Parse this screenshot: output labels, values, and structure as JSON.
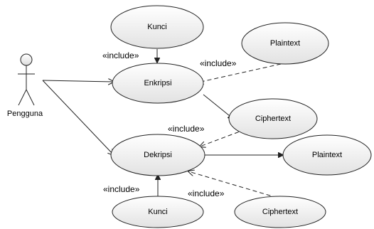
{
  "diagram": {
    "actor": {
      "label": "Pengguna"
    },
    "use_cases": {
      "kunci_top": "Kunci",
      "plaintext_top": "Plaintext",
      "enkripsi": "Enkripsi",
      "ciphertext_mid": "Ciphertext",
      "dekripsi": "Dekripsi",
      "plaintext_right": "Plaintext",
      "kunci_bottom": "Kunci",
      "ciphertext_bottom": "Ciphertext"
    },
    "stereotypes": {
      "include_kunci_top": "«include»",
      "include_plaintext_top": "«include»",
      "include_ciphertext_mid": "«include»",
      "include_kunci_bottom": "«include»",
      "include_ciphertext_bottom": "«include»"
    }
  }
}
